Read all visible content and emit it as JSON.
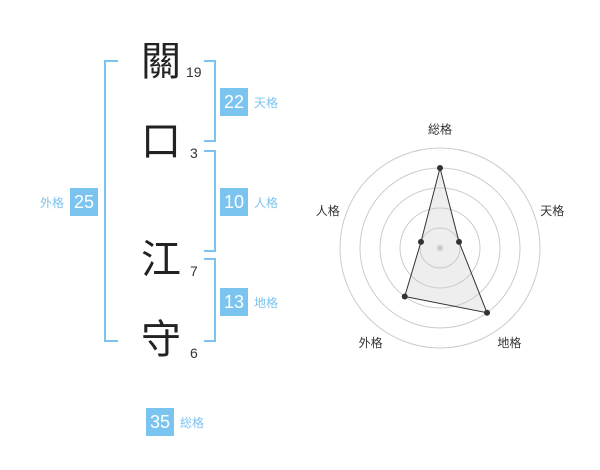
{
  "name": {
    "characters": [
      {
        "char": "關",
        "strokes": "19"
      },
      {
        "char": "口",
        "strokes": "3"
      },
      {
        "char": "江",
        "strokes": "7"
      },
      {
        "char": "守",
        "strokes": "6"
      }
    ]
  },
  "kaku": {
    "tenkaku": {
      "value": "22",
      "label": "天格"
    },
    "jinkaku": {
      "value": "10",
      "label": "人格"
    },
    "chikaku": {
      "value": "13",
      "label": "地格"
    },
    "gaikaku": {
      "value": "25",
      "label": "外格"
    },
    "soukaku": {
      "value": "35",
      "label": "総格"
    }
  },
  "colors": {
    "accent": "#7cc4f0",
    "text": "#222222",
    "radar_fill": "#eeeeee",
    "radar_line": "#333333"
  },
  "chart_data": {
    "type": "radar",
    "axes": [
      "総格",
      "天格",
      "地格",
      "外格",
      "人格"
    ],
    "values": [
      4,
      1,
      4,
      3,
      1
    ],
    "max": 5,
    "rings": 5
  }
}
